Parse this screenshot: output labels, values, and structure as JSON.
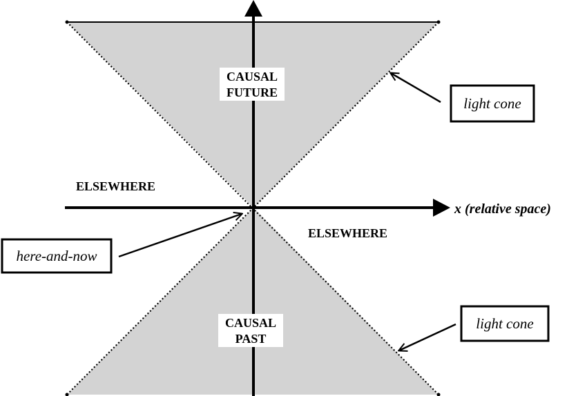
{
  "regions": {
    "causal_future": [
      "CAUSAL",
      "FUTURE"
    ],
    "causal_past": [
      "CAUSAL",
      "PAST"
    ],
    "elsewhere_left": "ELSEWHERE",
    "elsewhere_right": "ELSEWHERE"
  },
  "axis": {
    "x_label": "x (relative space)"
  },
  "callouts": {
    "light_cone_upper": "light cone",
    "light_cone_lower": "light cone",
    "here_and_now": "here-and-now"
  },
  "colors": {
    "cone_fill": "#d3d3d3",
    "line": "#000000"
  }
}
